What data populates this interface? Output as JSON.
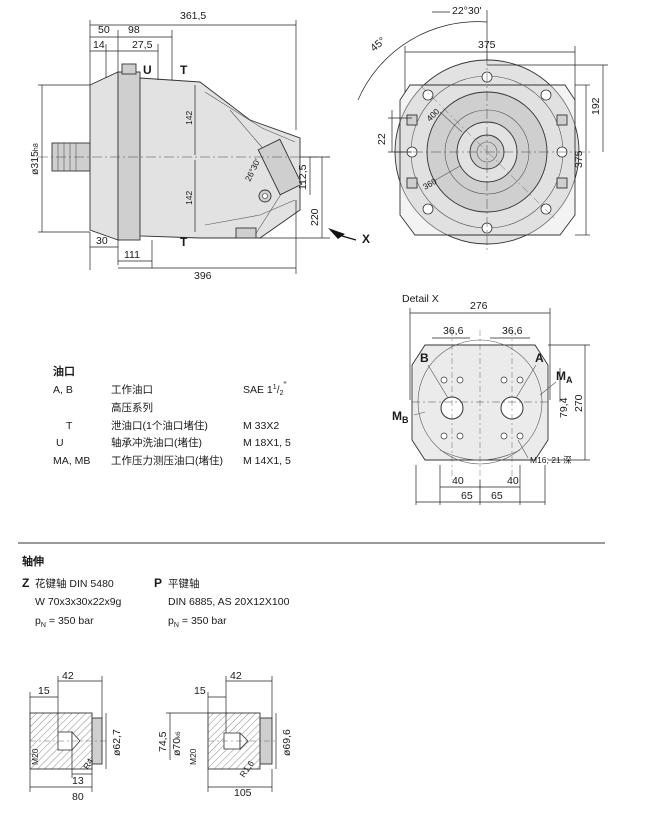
{
  "side_view": {
    "dims": {
      "total_width": "361,5",
      "d50": "50",
      "d98": "98",
      "d14": "14",
      "d27_5": "27,5",
      "d142_top": "142",
      "d142_bottom": "142",
      "d112_5": "112,5",
      "d220": "220",
      "d30": "30",
      "d111": "111",
      "d396": "396",
      "diameter": "ø315",
      "diameter_tol": "h8",
      "angle_label": "26°30'"
    },
    "ports": {
      "u": "U",
      "t_top": "T",
      "t_bottom": "T",
      "x": "X"
    }
  },
  "front_view": {
    "dims": {
      "angle_22_30": "22°30'",
      "angle_45": "45°",
      "d375_top": "375",
      "d192": "192",
      "d22": "22",
      "d375_right": "375",
      "d400": "400",
      "d360": "360"
    }
  },
  "detail_x": {
    "title": "Detail X",
    "dims": {
      "d276": "276",
      "d36_6_left": "36,6",
      "d36_6_right": "36,6",
      "d79_4": "79,4",
      "d270": "270",
      "d40_left": "40",
      "d40_right": "40",
      "d65_left": "65",
      "d65_right": "65",
      "thread": "M16; 21 深"
    },
    "ports": {
      "b": "B",
      "a": "A",
      "ma_main": "M",
      "ma_sub": "A",
      "mb_main": "M",
      "mb_sub": "B"
    }
  },
  "oil_ports": {
    "title": "油口",
    "rows": [
      {
        "port": "A, B",
        "desc": "工作油口",
        "spec_main": "SAE 1",
        "spec_sup": "1",
        "spec_sub": "2",
        "spec_tail": "\""
      },
      {
        "port": "",
        "desc": "高压系列",
        "spec": ""
      },
      {
        "port": "T",
        "desc": "泄油口(1个油口堵住)",
        "spec": "M 33X2"
      },
      {
        "port": "U",
        "desc": "轴承冲洗油口(堵住)",
        "spec": "M 18X1, 5"
      },
      {
        "port": "MA, MB",
        "desc": "工作压力测压油口(堵住)",
        "spec": "M 14X1, 5"
      }
    ]
  },
  "shaft": {
    "title": "轴伸",
    "z": {
      "letter": "Z",
      "name": "花键轴 DIN 5480",
      "spec": "W 70x3x30x22x9g",
      "pressure_p": "p",
      "pressure_sub": "N",
      "pressure_val": "= 350 bar"
    },
    "p": {
      "letter": "P",
      "name": "平键轴",
      "spec": "DIN 6885, AS 20X12X100",
      "pressure_p": "p",
      "pressure_sub": "N",
      "pressure_val": "= 350 bar"
    },
    "z_dims": {
      "d42": "42",
      "d15": "15",
      "m20": "M20",
      "d62_7": "ø62,7",
      "r4": "R4",
      "d13": "13",
      "d80": "80"
    },
    "p_dims": {
      "d42": "42",
      "d15": "15",
      "d74_5": "74,5",
      "d70": "ø70",
      "d70_tol": "k6",
      "m20": "M20",
      "d69_6": "ø69,6",
      "r1_6": "R1,6",
      "d105": "105"
    }
  }
}
